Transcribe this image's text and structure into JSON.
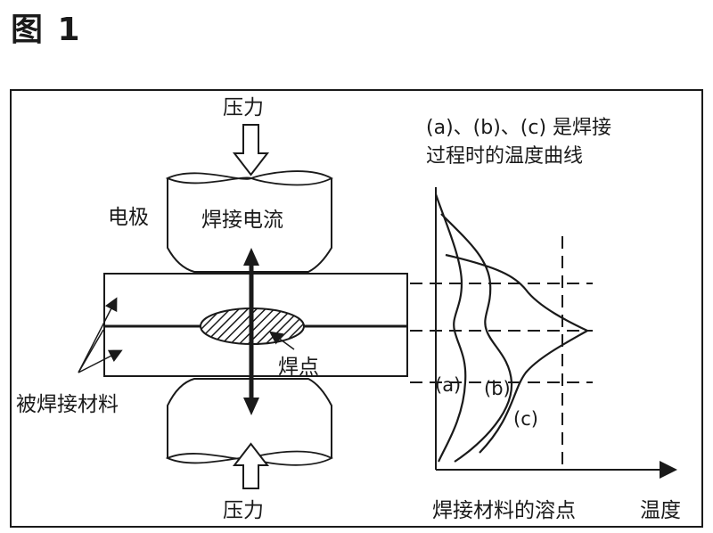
{
  "figure_label": "图 1",
  "labels": {
    "pressure_top": "压力",
    "pressure_bottom": "压力",
    "electrode": "电极",
    "welding_current": "焊接电流",
    "weld_nugget": "焊点",
    "workpiece_material": "被焊接材料",
    "curve_a": "(a)",
    "curve_b": "(b)",
    "curve_c": "(c)",
    "melting_point": "焊接材料的溶点",
    "temperature_axis": "温度"
  },
  "caption": {
    "line1": "(a)、(b)、(c) 是焊接",
    "line2": "过程时的温度曲线"
  },
  "colors": {
    "stroke": "#1a1a1a",
    "background": "#ffffff"
  }
}
